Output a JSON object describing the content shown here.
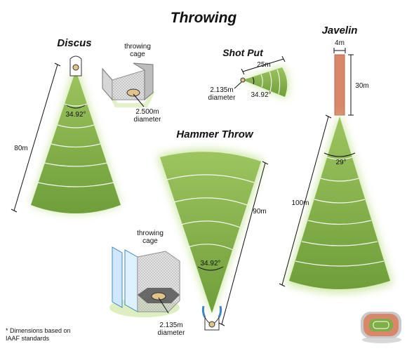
{
  "title": "Throwing",
  "events": {
    "discus": {
      "name": "Discus",
      "sector_length": "80m",
      "sector_angle": "34.92°",
      "cage_label_1": "throwing",
      "cage_label_2": "cage",
      "circle_diameter_1": "2.500m",
      "circle_diameter_2": "diameter"
    },
    "shot_put": {
      "name": "Shot Put",
      "sector_length": "25m",
      "sector_angle": "34.92°",
      "circle_diameter_1": "2.135m",
      "circle_diameter_2": "diameter"
    },
    "hammer": {
      "name": "Hammer Throw",
      "sector_length": "90m",
      "sector_angle": "34.92°",
      "cage_label_1": "throwing",
      "cage_label_2": "cage",
      "circle_diameter_1": "2.135m",
      "circle_diameter_2": "diameter"
    },
    "javelin": {
      "name": "Javelin",
      "runway_width": "4m",
      "runway_length": "30m",
      "sector_length": "100m",
      "sector_angle": "29°"
    }
  },
  "footnote": {
    "line1": "* Dimensions based on",
    "line2": "IAAF standards"
  },
  "colors": {
    "grass": "#7fae45",
    "grass_dark": "#5f8f30",
    "glow": "#cfe8a6",
    "runway": "#d9876b",
    "cage_grey": "#b9b9b9"
  }
}
